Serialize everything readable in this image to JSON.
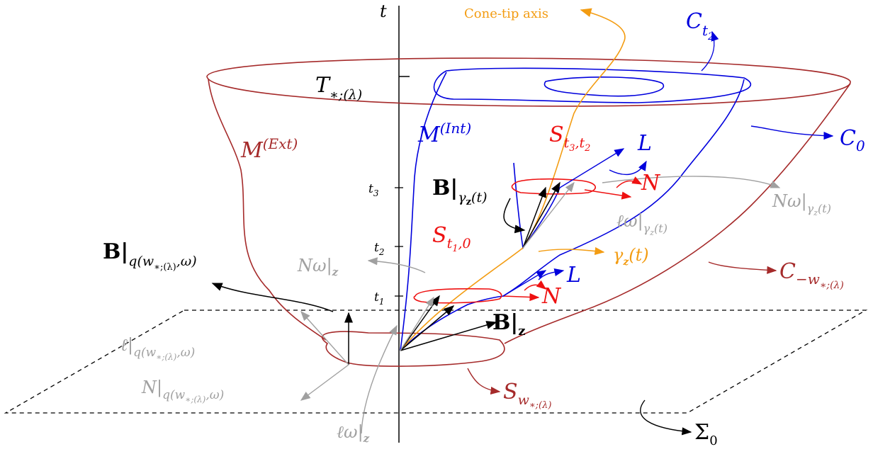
{
  "colors": {
    "exterior": "#a52a2a",
    "interior": "#0000dd",
    "cone_axis": "#f39c12",
    "red": "#ee1111",
    "gray": "#a0a0a0",
    "black": "#000000"
  },
  "axis": {
    "t_label": "t",
    "ticks": {
      "T": "T",
      "T_sub": "∗;(λ)",
      "t1": "t",
      "t1_sub": "1",
      "t2": "t",
      "t2_sub": "2",
      "t3": "t",
      "t3_sub": "3"
    }
  },
  "labels": {
    "cone_tip_axis": "Cone-tip axis",
    "C_t2": "C",
    "C_t2_sub": "t",
    "C_t2_subsub": "2",
    "C_0": "C",
    "C_0_sub": "0",
    "C_minus": "C",
    "C_minus_sub": "−w",
    "C_minus_subsub": "∗;(λ)",
    "M_ext": "M",
    "M_ext_sup": "(Ext)",
    "M_int": "M",
    "M_int_sup": "(Int)",
    "S_t3t2": "S",
    "S_t3t2_sub": "t",
    "S_t3t2_sub2": "3",
    "S_t3t2_sub3": ",t",
    "S_t3t2_sub4": "2",
    "S_t10": "S",
    "S_t10_sub": "t",
    "S_t10_sub2": "1",
    "S_t10_sub3": ",0",
    "L_top": "L",
    "L_bottom": "L",
    "N_top": "N",
    "N_bottom": "N",
    "B_gamma": "B|",
    "B_gamma_sub": "γ",
    "B_gamma_subz": "z",
    "B_gamma_subt": "(t)",
    "B_q": "B|",
    "B_q_sub": "q(w",
    "B_q_subsub": "∗;(λ)",
    "B_q_end": ",ω)",
    "B_z": "B|",
    "B_z_sub": "z",
    "N_omega_gamma": "Nω|",
    "N_omega_gamma_sub": "γ",
    "N_omega_gamma_subz": "z",
    "N_omega_gamma_subt": "(t)",
    "l_omega_gamma": "ℓω|",
    "l_omega_gamma_sub": "γ",
    "l_omega_gamma_subz": "z",
    "l_omega_gamma_subt": "(t)",
    "N_omega_z": "Nω|",
    "N_omega_z_sub": "z",
    "gamma_z": "γ",
    "gamma_z_sub": "z",
    "gamma_z_t": "(t)",
    "l_q": "ℓ|",
    "l_q_sub": "q(w",
    "l_q_subsub": "∗;(λ)",
    "l_q_end": ",ω)",
    "N_q": "N|",
    "N_q_sub": "q(w",
    "N_q_subsub": "∗;(λ)",
    "N_q_end": ",ω)",
    "S_w": "S",
    "S_w_sub": "w",
    "S_w_subsub": "∗;(λ)",
    "l_omega_z": "ℓω|",
    "l_omega_z_sub": "z",
    "Sigma_0": "Σ",
    "Sigma_0_sub": "0"
  }
}
